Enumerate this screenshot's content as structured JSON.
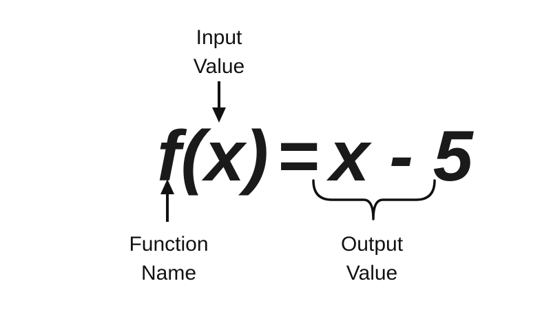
{
  "labels": {
    "input": {
      "line1": "Input",
      "line2": "Value"
    },
    "function_name": {
      "line1": "Function",
      "line2": "Name"
    },
    "output": {
      "line1": "Output",
      "line2": "Value"
    }
  },
  "equation": {
    "function": "f(x)",
    "equals": "=",
    "expression": "x - 5"
  },
  "colors": {
    "ink": "#111111",
    "background": "#ffffff"
  }
}
